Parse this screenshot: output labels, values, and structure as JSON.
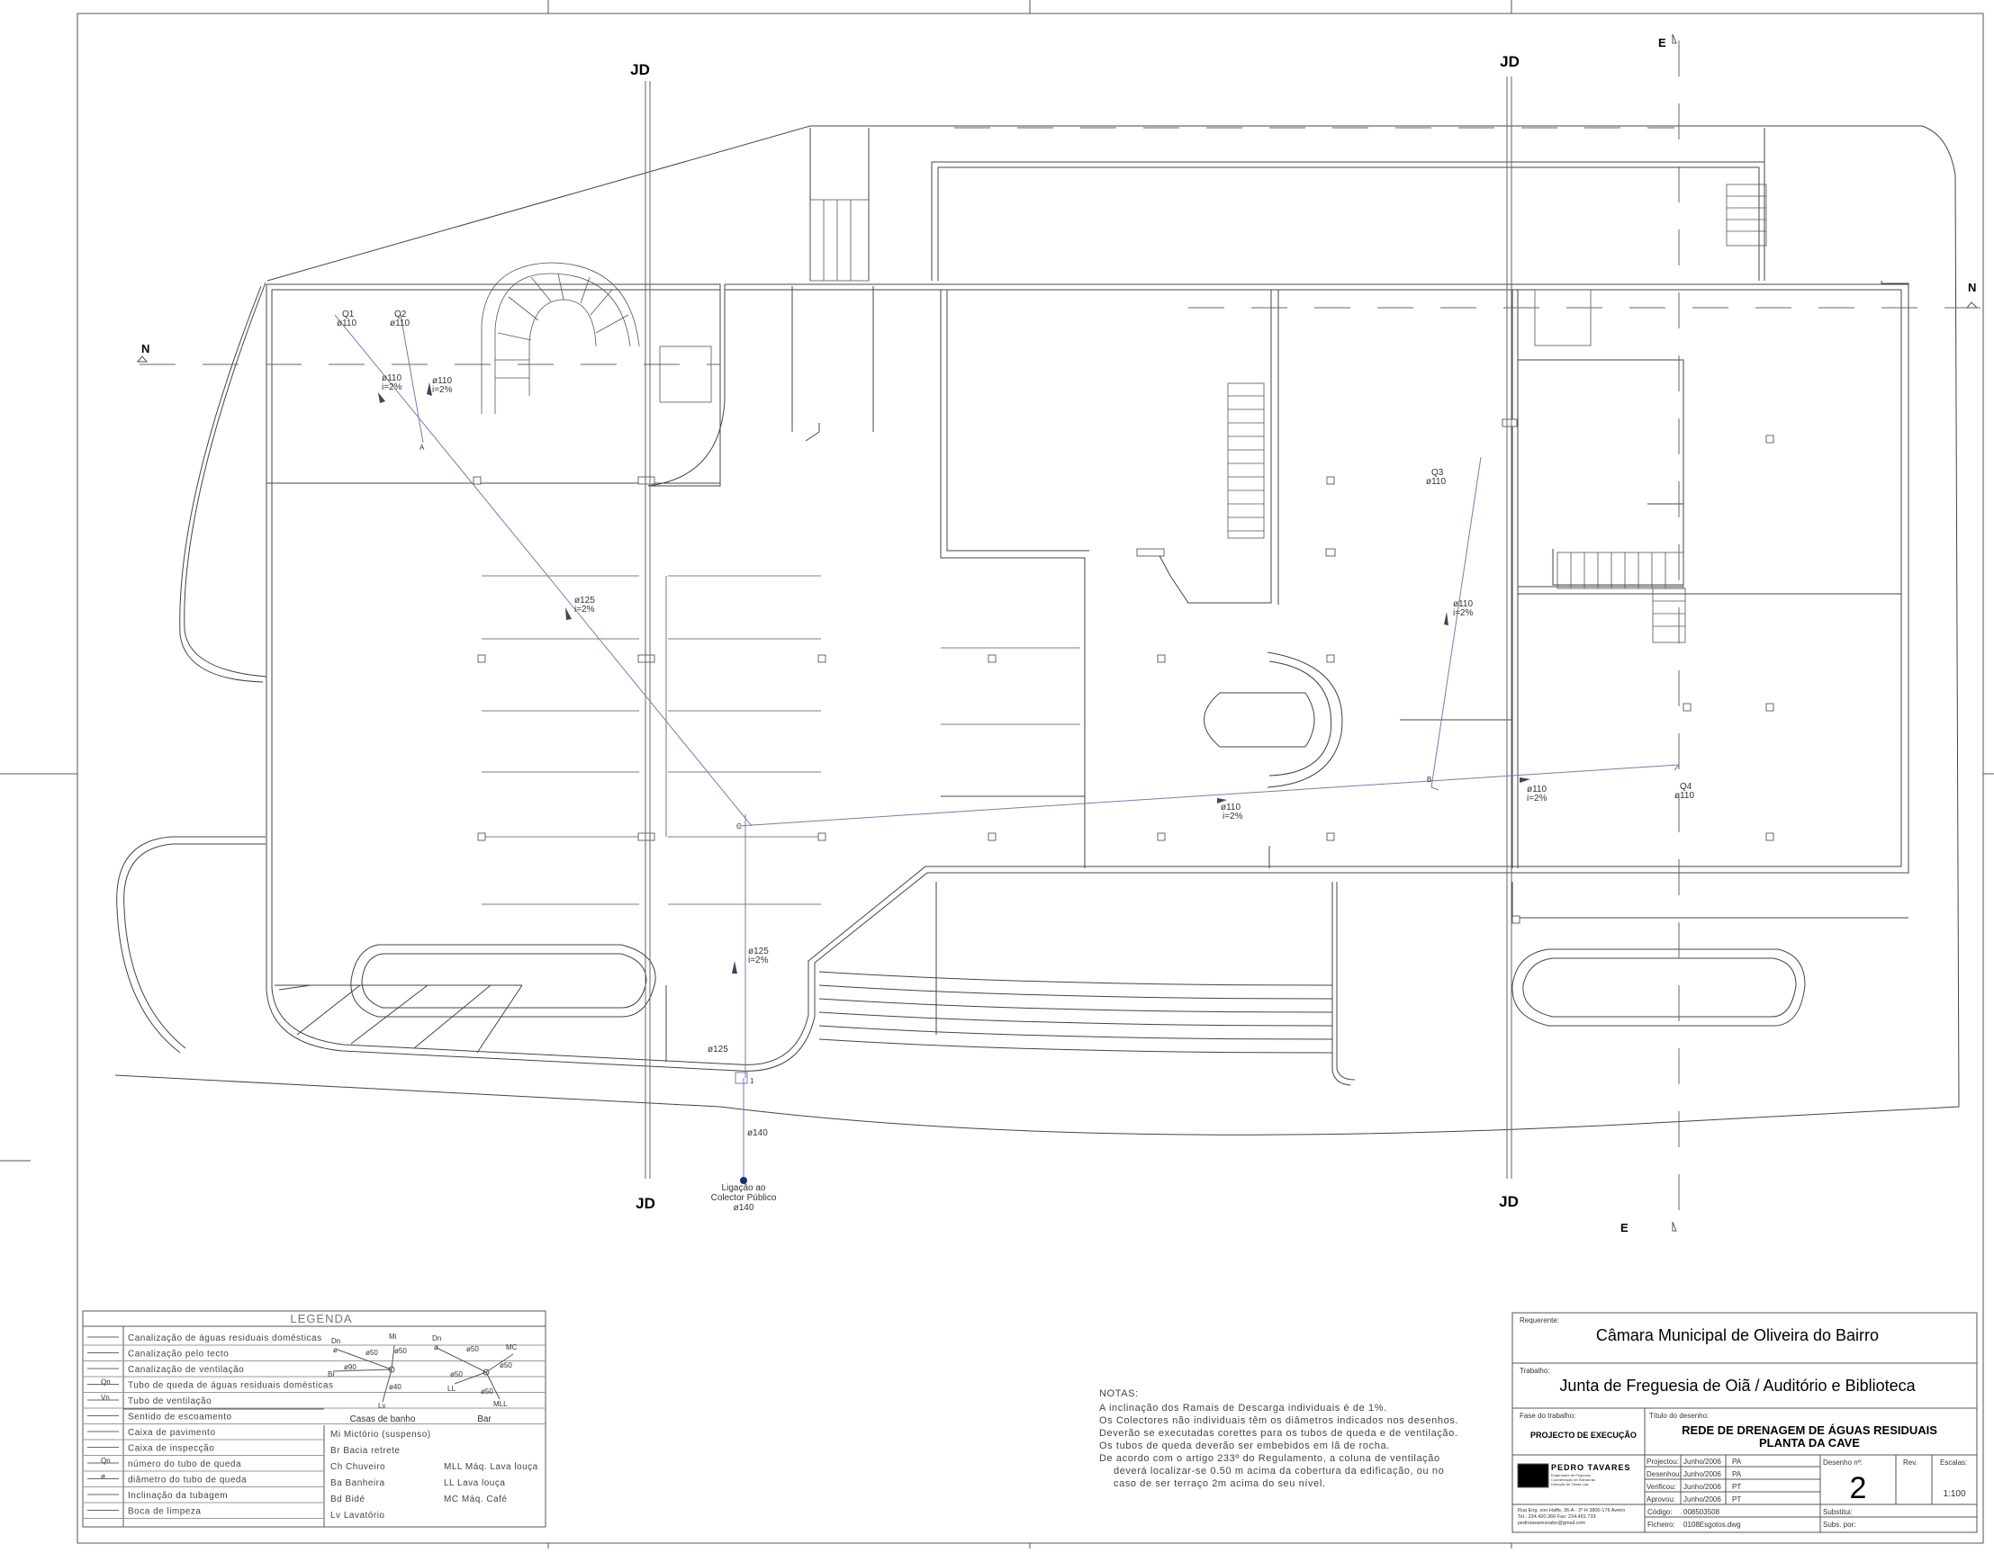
{
  "axis_labels": {
    "jd_top_left": "JD",
    "jd_top_right": "JD",
    "jd_bottom_left": "JD",
    "jd_bottom_right": "JD",
    "e_top": "E",
    "e_bottom": "E",
    "n_left": "N",
    "n_right": "N"
  },
  "pipes": {
    "q1_name": "Q1",
    "q1_diam": "ø110",
    "q2_name": "Q2",
    "q2_diam": "ø110",
    "q3_name": "Q3",
    "q3_diam": "ø110",
    "q4_name": "Q4",
    "q4_diam": "ø110",
    "seg1_diam": "ø110",
    "seg1_slope": "i=2%",
    "seg2_diam": "ø110",
    "seg2_slope": "i=2%",
    "seg3_diam": "ø125",
    "seg3_slope": "i=2%",
    "seg4_diam": "ø110",
    "seg4_slope": "i=2%",
    "seg5_diam": "ø110",
    "seg5_slope": "i=2%",
    "seg6_diam": "ø110",
    "seg6_slope": "i=2%",
    "seg7_diam": "ø125",
    "seg7_slope": "i=2%",
    "seg8_diam": "ø125",
    "seg9_diam": "ø140",
    "node_a": "A",
    "node_b": "B",
    "node_c": "C",
    "node_1": "1"
  },
  "connection": {
    "line1": "Ligação ao",
    "line2": "Colector Público",
    "line3": "ø140"
  },
  "legend": {
    "title": "LEGENDA",
    "rows": [
      "Canalização de águas residuais domésticas",
      "Canalização pelo tecto",
      "Canalização de ventilação",
      "Tubo de queda de águas residuais domésticas",
      "Tubo de ventilação",
      "Sentido de escoamento",
      "Caixa de pavimento",
      "Caixa de inspecção",
      "número do tubo de queda",
      "diâmetro do tubo de queda",
      "Inclinação da tubagem",
      "Boca de limpeza"
    ],
    "row_marks": [
      "",
      "",
      "",
      "Qn",
      "Vn",
      "",
      "",
      "",
      "Qn",
      "ø",
      "",
      ""
    ],
    "sketch_bath": {
      "dn": "Dn",
      "phi": "ø",
      "mi": "Mi",
      "d50a": "ø50",
      "d90": "ø90",
      "d50b": "ø50",
      "d40": "ø40",
      "br": "Br",
      "lv": "Lv",
      "caption": "Casas de banho"
    },
    "sketch_bar": {
      "dn": "Dn",
      "phi": "ø",
      "mc": "MC",
      "d50a": "ø50",
      "d50b": "ø50",
      "d50c": "ø50",
      "d50d": "ø50",
      "ll": "LL",
      "mll": "MLL",
      "caption": "Bar"
    },
    "abbrev": [
      "Mi Mictório (suspenso)",
      "Br Bacia retrete",
      "Ch Chuveiro",
      "MLL Máq. Lava louça",
      "Ba Banheira",
      "LL Lava louça",
      "Bd Bidé",
      "MC Máq. Café",
      "Lv Lavatório"
    ]
  },
  "notes": {
    "title": "NOTAS:",
    "lines": [
      "A inclinação dos Ramais de Descarga individuais é de 1%.",
      "Os Colectores não individuais têm os diâmetros indicados nos desenhos.",
      "Deverão se executadas corettes para os tubos de queda e de ventilação.",
      "Os tubos de queda deverão ser embebidos em lã de rocha.",
      "De acordo com o artigo 233º do Regulamento, a coluna de ventilação",
      "deverá localizar-se 0.50 m acima da cobertura da edificação, ou no",
      "caso de ser terraço 2m acima do seu nível."
    ]
  },
  "titleblock": {
    "requerente_label": "Requerente:",
    "requerente": "Câmara Municipal de Oliveira do Bairro",
    "trabalho_label": "Trabalho:",
    "trabalho": "Junta de Freguesia de Oiã / Auditório e Biblioteca",
    "fase_label": "Fase do trabalho:",
    "fase": "PROJECTO DE EXECUÇÃO",
    "titulo_label": "Título do desenho:",
    "titulo1": "REDE DE DRENAGEM DE ÁGUAS RESIDUAIS",
    "titulo2": "PLANTA DA CAVE",
    "company": "PEDRO TAVARES",
    "company_sub1": "Engenharia de Projectos",
    "company_sub2": "Coordenação de Estruturas",
    "company_sub3": "Direcção de Obras Lda.",
    "address1": "Rua Eng. von Haffe, 36-A - 2º H 3800-176 Aveiro",
    "address2": "Tel.: 234.420.366   Fax: 234.481.733",
    "address3": "pedrotavaresnabo@gmail.com",
    "roles": [
      {
        "role": "Projectou:",
        "date": "Junho/2006",
        "who": "PA"
      },
      {
        "role": "Desenhou:",
        "date": "Junho/2006",
        "who": "PA"
      },
      {
        "role": "Verificou:",
        "date": "Junho/2006",
        "who": "PT"
      },
      {
        "role": "Aprovou:",
        "date": "Junho/2006",
        "who": "PT"
      }
    ],
    "codigo_label": "Código:",
    "codigo": "008503508",
    "ficheiro_label": "Ficheiro:",
    "ficheiro": "0108Esgotos.dwg",
    "desenho_label": "Desenho nº:",
    "desenho": "2",
    "rev_label": "Rev.",
    "escala_label": "Escalas:",
    "escala": "1:100",
    "substitui_label": "Substitui:",
    "subs_por_label": "Subs. por:"
  }
}
